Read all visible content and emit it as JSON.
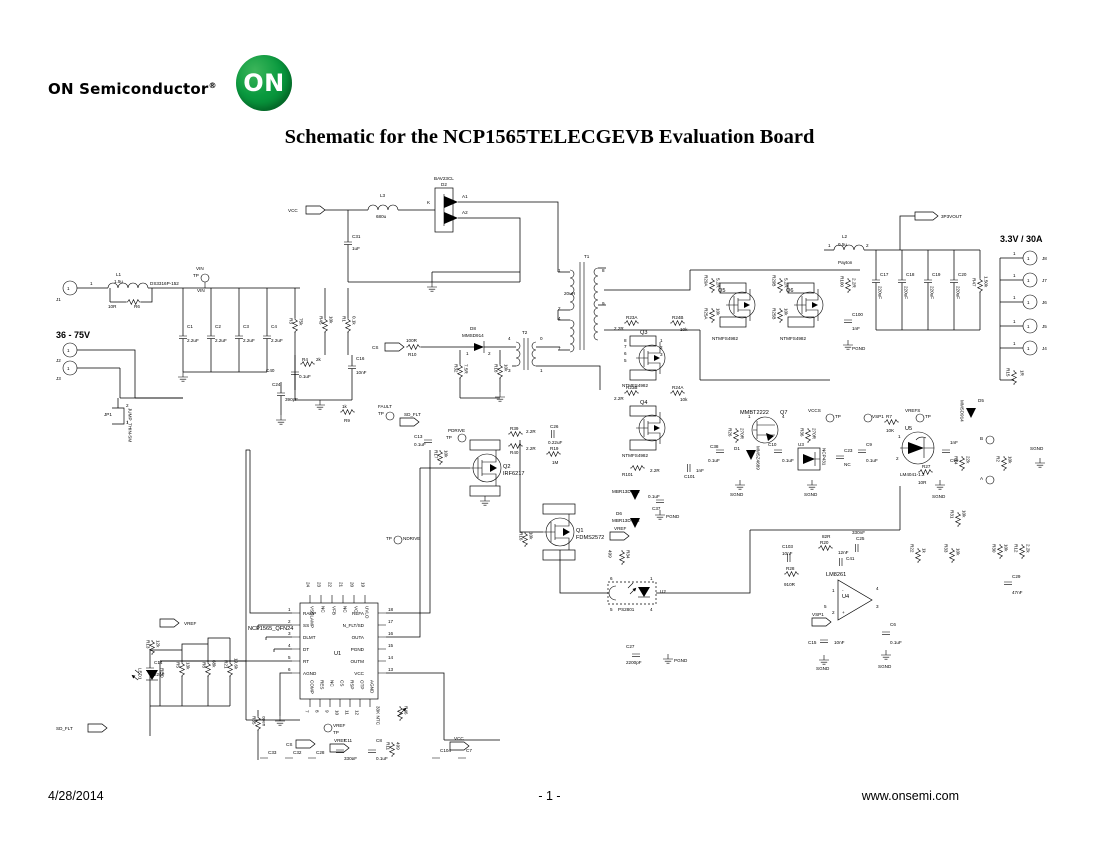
{
  "header": {
    "logo_text": "ON Semiconductor",
    "logo_registered": "®",
    "logo_mark_text": "ON",
    "title": "Schematic for the NCP1565TELECGEVB Evaluation Board"
  },
  "footer": {
    "date": "4/28/2014",
    "page": "- 1 -",
    "url": "www.onsemi.com"
  },
  "schematic": {
    "nets": {
      "vcc": "VCC",
      "vin": "VIN",
      "vin2": "VIN",
      "tp": "TP",
      "input_range": "36 - 75V",
      "output_rating": "3.3V / 30A",
      "out_net": "3P3VOUT",
      "vref": "VREF",
      "vref2": "VREF",
      "vref3": "VREF",
      "vrefs": "VREFS",
      "vccs": "VCCS",
      "vsp1": "VSP1",
      "vsp1b": "VSP1",
      "sd_flt": "SD_FLT",
      "sd_flt2": "SD_FLT",
      "fault": "FAULT",
      "pdrive": "PDRIVE",
      "ndrive": "NDRIVE",
      "cs": "CS",
      "cs2": "CS",
      "pgnd": "PGND",
      "pgnd2": "PGND",
      "pgnd3": "PGND",
      "sgnd": "SGND",
      "vcc2": "VCC"
    },
    "ic_u1": {
      "ref": "U1",
      "part": "NCP1565_QFN24",
      "pins_left": [
        "RAMP",
        "SS",
        "DLMT",
        "DT",
        "RT",
        "AGND"
      ],
      "pins_left_nums": [
        "1",
        "2",
        "3",
        "4",
        "5",
        "6"
      ],
      "pins_right": [
        "REFA",
        "N_FLT/SD",
        "OUTA",
        "PGND",
        "OUTM",
        "VCC"
      ],
      "pins_right_nums": [
        "18",
        "17",
        "16",
        "15",
        "14",
        "13"
      ],
      "pins_top": [
        "VSCLAMP",
        "NC",
        "VFB",
        "NC",
        "VC",
        "UVLO"
      ],
      "pins_top_nums": [
        "24",
        "23",
        "22",
        "21",
        "20",
        "19"
      ],
      "pins_bottom": [
        "COMP",
        "RES",
        "NC",
        "CS",
        "RSP",
        "OTP",
        "AGND"
      ],
      "pins_bottom_nums": [
        "7",
        "8",
        "9",
        "10",
        "11",
        "12"
      ]
    },
    "components": [
      {
        "ref": "L1",
        "val": "1.5u",
        "sub": "DS3316P-152"
      },
      {
        "ref": "R6",
        "val": "10R"
      },
      {
        "ref": "C1",
        "val": "2.2uF"
      },
      {
        "ref": "C2",
        "val": "2.2uF"
      },
      {
        "ref": "C3",
        "val": "2.2uF"
      },
      {
        "ref": "C4",
        "val": "2.2uF"
      },
      {
        "ref": "R3",
        "val": "75k"
      },
      {
        "ref": "R45",
        "val": "10k"
      },
      {
        "ref": "R1",
        "val": "0.1k"
      },
      {
        "ref": "C40",
        "val": "0.1uF"
      },
      {
        "ref": "R4",
        "val": "2k"
      },
      {
        "ref": "C16",
        "val": "10nF"
      },
      {
        "ref": "C24",
        "val": "390pF"
      },
      {
        "ref": "R9",
        "val": "1k"
      },
      {
        "ref": "C14",
        "val": "22nF"
      },
      {
        "ref": "R5",
        "val": "13k"
      },
      {
        "ref": "R8",
        "val": "68k"
      },
      {
        "ref": "R21",
        "val": "19.6k"
      },
      {
        "ref": "R35",
        "val": "open"
      },
      {
        "ref": "C33",
        "val": "open"
      },
      {
        "ref": "C32",
        "val": "1.5nF"
      },
      {
        "ref": "C28",
        "val": "10nF"
      },
      {
        "ref": "C11",
        "val": "330pF"
      },
      {
        "ref": "C8",
        "val": "0.1uF"
      },
      {
        "ref": "R11",
        "val": "499"
      },
      {
        "ref": "R46",
        "val": "33K NTC"
      },
      {
        "ref": "C104",
        "val": "0.1uF"
      },
      {
        "ref": "C7",
        "val": "1uF"
      },
      {
        "ref": "R13",
        "val": "12k"
      },
      {
        "ref": "LED1",
        "val": "RED"
      },
      {
        "ref": "L3",
        "val": "680u"
      },
      {
        "ref": "C31",
        "val": "1uF"
      },
      {
        "ref": "D2",
        "val": "BAV23CL"
      },
      {
        "ref": "R10",
        "val": "100R"
      },
      {
        "ref": "D8",
        "val": "MMSD914"
      },
      {
        "ref": "R32",
        "val": "7.5R"
      },
      {
        "ref": "R18",
        "val": "10k"
      },
      {
        "ref": "T2",
        "val": ""
      },
      {
        "ref": "C13",
        "val": "0.1uF"
      },
      {
        "ref": "R17",
        "val": "10k"
      },
      {
        "ref": "Q2",
        "val": "IRF6217"
      },
      {
        "ref": "R39",
        "val": "2.2R"
      },
      {
        "ref": "R40",
        "val": "2.2R"
      },
      {
        "ref": "C26",
        "val": "0.22uF"
      },
      {
        "ref": "R19",
        "val": "1M"
      },
      {
        "ref": "Q1",
        "val": "FDMS2572"
      },
      {
        "ref": "R16",
        "val": "10k"
      },
      {
        "ref": "R34",
        "val": "499"
      },
      {
        "ref": "U2",
        "val": "PS2801"
      },
      {
        "ref": "C27",
        "val": "2200pF"
      },
      {
        "ref": "R23A",
        "val": "2.2R"
      },
      {
        "ref": "R23B",
        "val": "2.2R"
      },
      {
        "ref": "R24A",
        "val": "10k"
      },
      {
        "ref": "R24B",
        "val": "10k"
      },
      {
        "ref": "R25A",
        "val": "10k"
      },
      {
        "ref": "R25B",
        "val": "10k"
      },
      {
        "ref": "R29A",
        "val": "5.2R"
      },
      {
        "ref": "R29B",
        "val": "5.2R"
      },
      {
        "ref": "Q3",
        "val": "NTMFS4982"
      },
      {
        "ref": "Q4",
        "val": "NTMFS4982"
      },
      {
        "ref": "Q5",
        "val": "NTMFS4982"
      },
      {
        "ref": "Q6",
        "val": "NTMFS4982"
      },
      {
        "ref": "R101",
        "val": "2.2R"
      },
      {
        "ref": "C101",
        "val": "1nF"
      },
      {
        "ref": "R100",
        "val": "2.2R"
      },
      {
        "ref": "C100",
        "val": "1nF"
      },
      {
        "ref": "D3",
        "val": "MBR13DT1G"
      },
      {
        "ref": "D6",
        "val": "MBR13DT1G"
      },
      {
        "ref": "C37",
        "val": "0.1uF"
      },
      {
        "ref": "L2",
        "val": "0.5u",
        "sub": "Payton"
      },
      {
        "ref": "C17",
        "val": "220uF"
      },
      {
        "ref": "C18",
        "val": "220uF"
      },
      {
        "ref": "C19",
        "val": "220uF"
      },
      {
        "ref": "C20",
        "val": "220uF"
      },
      {
        "ref": "R47",
        "val": "1.50k"
      },
      {
        "ref": "R15",
        "val": "1R"
      },
      {
        "ref": "Q7",
        "val": "MMBT2222"
      },
      {
        "ref": "R26",
        "val": "270R"
      },
      {
        "ref": "R36",
        "val": "270R"
      },
      {
        "ref": "C38",
        "val": "0.1uF"
      },
      {
        "ref": "C10",
        "val": "0.1uF"
      },
      {
        "ref": "D1",
        "val": "MMSZ4689"
      },
      {
        "ref": "U3",
        "val": "NCP431"
      },
      {
        "ref": "C23",
        "val": "NC"
      },
      {
        "ref": "C9",
        "val": "0.1uF"
      },
      {
        "ref": "R7",
        "val": "10K"
      },
      {
        "ref": "U5",
        "val": "LM4041-1.2"
      },
      {
        "ref": "R27",
        "val": "10R"
      },
      {
        "ref": "C99",
        "val": "1nF"
      },
      {
        "ref": "D5",
        "val": "MMSD914"
      },
      {
        "ref": "R14",
        "val": "22k"
      },
      {
        "ref": "R2",
        "val": "10k"
      },
      {
        "ref": "R31",
        "val": "10k"
      },
      {
        "ref": "R30",
        "val": "10k"
      },
      {
        "ref": "R12",
        "val": "2.2k"
      },
      {
        "ref": "R33",
        "val": "10k"
      },
      {
        "ref": "C29",
        "val": "47nF"
      },
      {
        "ref": "R22",
        "val": "1k"
      },
      {
        "ref": "C103",
        "val": "10nF"
      },
      {
        "ref": "R20",
        "val": "82R"
      },
      {
        "ref": "C25",
        "val": "330nF"
      },
      {
        "ref": "C41",
        "val": "12nF"
      },
      {
        "ref": "R28",
        "val": "910R"
      },
      {
        "ref": "U4",
        "val": "LM8261"
      },
      {
        "ref": "C15",
        "val": "10nF"
      },
      {
        "ref": "C6",
        "val": "0.1uF"
      },
      {
        "ref": "JP1",
        "val": "JUMP_THIN-SM"
      }
    ],
    "connectors": {
      "j1": "J1",
      "j2": "J2",
      "j3": "J3",
      "out": [
        "J8",
        "J7",
        "J6",
        "J5",
        "J4"
      ]
    },
    "transformers": {
      "t1": "T1",
      "t2": "T2"
    },
    "diode_pins": {
      "a1": "A1",
      "a2": "A2",
      "k": "K"
    },
    "gnd_labels": [
      "PGND",
      "PGND",
      "PGND",
      "SGND",
      "SGND",
      "SGND",
      "SGND",
      "SGND"
    ]
  },
  "colors": {
    "brand_green": "#0a9a3f",
    "ink": "#000000",
    "background": "#ffffff"
  }
}
